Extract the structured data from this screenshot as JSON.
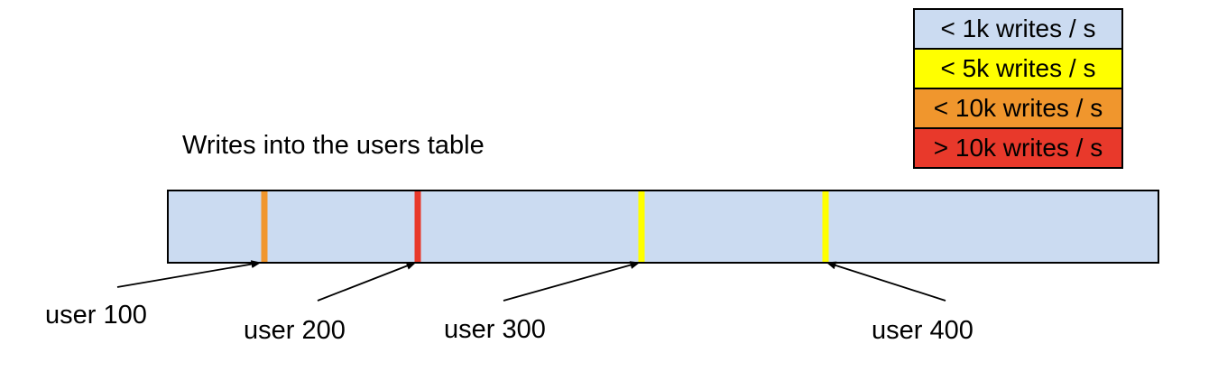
{
  "title": "Writes into the users table",
  "colors": {
    "background": "#ffffff",
    "outline": "#000000",
    "bar_fill": "#CBDBF1",
    "lt_1k": "#CBDBF1",
    "lt_5k": "#FFFF00",
    "lt_10k": "#F0962D",
    "gt_10k": "#E8392B"
  },
  "legend": {
    "items": [
      {
        "label": "< 1k writes / s",
        "color": "#CBDBF1"
      },
      {
        "label": "< 5k writes / s",
        "color": "#FFFF00"
      },
      {
        "label": "< 10k writes / s",
        "color": "#F0962D"
      },
      {
        "label": "> 10k writes / s",
        "color": "#E8392B"
      }
    ]
  },
  "bar": {
    "fill": "#CBDBF1",
    "markers": [
      {
        "user": "user 100",
        "color": "#F0962D",
        "left_pct": "9.7%",
        "rate_band": "< 10k writes / s"
      },
      {
        "user": "user 200",
        "color": "#E8392B",
        "left_pct": "25.2%",
        "rate_band": "> 10k writes / s"
      },
      {
        "user": "user 300",
        "color": "#FFFF00",
        "left_pct": "47.8%",
        "rate_band": "< 5k writes / s"
      },
      {
        "user": "user 400",
        "color": "#FFFF00",
        "left_pct": "66.4%",
        "rate_band": "< 5k writes / s"
      }
    ]
  },
  "annotations": [
    {
      "text": "user 100"
    },
    {
      "text": "user 200"
    },
    {
      "text": "user 300"
    },
    {
      "text": "user 400"
    }
  ]
}
